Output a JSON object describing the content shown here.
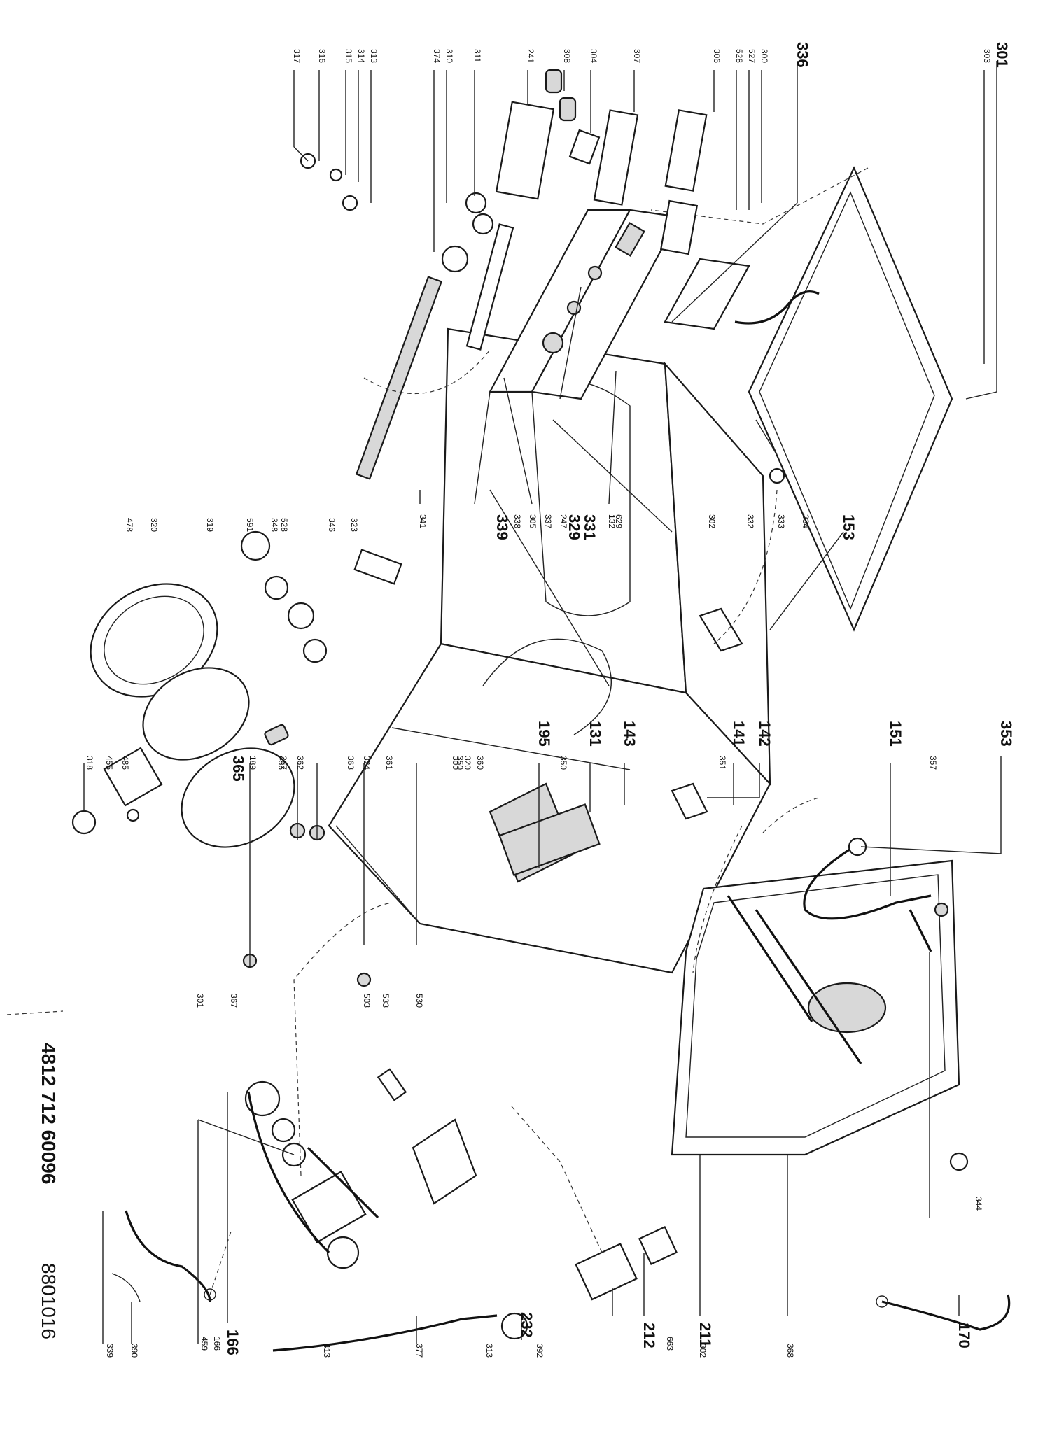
{
  "document_code": "4812 712 60096",
  "sheet_code": "8801016",
  "callouts_large": [
    "301",
    "336",
    "339",
    "329",
    "331",
    "153",
    "353",
    "151",
    "142",
    "141",
    "143",
    "131",
    "195",
    "365",
    "166",
    "211",
    "212",
    "170",
    "232"
  ],
  "callouts_small": [
    "303",
    "300",
    "527",
    "528",
    "306",
    "307",
    "304",
    "308",
    "241",
    "311",
    "310",
    "374",
    "313",
    "314",
    "315",
    "316",
    "317",
    "341",
    "338",
    "305",
    "337",
    "247",
    "629",
    "132",
    "302",
    "334",
    "333",
    "332",
    "323",
    "346",
    "348",
    "528",
    "591",
    "319",
    "320",
    "478",
    "318",
    "455",
    "485",
    "456",
    "362",
    "189",
    "367",
    "324",
    "363",
    "361",
    "350",
    "300",
    "320",
    "360",
    "350",
    "351",
    "357",
    "344",
    "339",
    "390",
    "459",
    "166",
    "301",
    "367",
    "503",
    "533",
    "530",
    "413",
    "377",
    "313",
    "392",
    "663",
    "302",
    "368"
  ]
}
